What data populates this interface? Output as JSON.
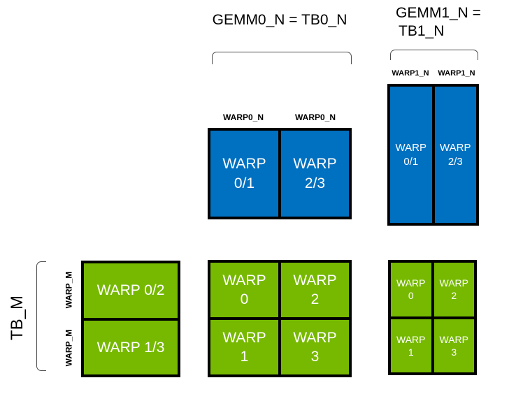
{
  "titles": {
    "gemm0": "GEMM0_N = TB0_N",
    "gemm1_line1": "GEMM1_N =",
    "gemm1_line2": "TB1_N"
  },
  "axis_labels": {
    "tb_m": "TB_M",
    "warp0_n_left": "WARP0_N",
    "warp0_n_right": "WARP0_N",
    "warp1_n_left": "WARP1_N",
    "warp1_n_right": "WARP1_N",
    "warp_m_top": "WARP_M",
    "warp_m_bottom": "WARP_M"
  },
  "colors": {
    "tile_blue": "#0070c0",
    "tile_green": "#76b900",
    "tile_border": "#000000",
    "tile_text": "#ffffff",
    "bracket_gray": "#4d4d4d"
  },
  "blocks": {
    "gemm0_warp_tiles": {
      "cells": [
        {
          "line1": "WARP",
          "line2": "0/1"
        },
        {
          "line1": "WARP",
          "line2": "2/3"
        }
      ]
    },
    "gemm1_warp_tiles": {
      "cells": [
        {
          "line1": "WARP",
          "line2": "0/1"
        },
        {
          "line1": "WARP",
          "line2": "2/3"
        }
      ]
    },
    "tb_m_tiles": {
      "rows": [
        {
          "label": "WARP 0/2"
        },
        {
          "label": "WARP 1/3"
        }
      ]
    },
    "gemm0_accum_tiles": {
      "cells": [
        {
          "line1": "WARP",
          "line2": "0"
        },
        {
          "line1": "WARP",
          "line2": "2"
        },
        {
          "line1": "WARP",
          "line2": "1"
        },
        {
          "line1": "WARP",
          "line2": "3"
        }
      ]
    },
    "gemm1_accum_tiles": {
      "cells": [
        {
          "line1": "WARP",
          "line2": "0"
        },
        {
          "line1": "WARP",
          "line2": "2"
        },
        {
          "line1": "WARP",
          "line2": "1"
        },
        {
          "line1": "WARP",
          "line2": "3"
        }
      ]
    }
  }
}
